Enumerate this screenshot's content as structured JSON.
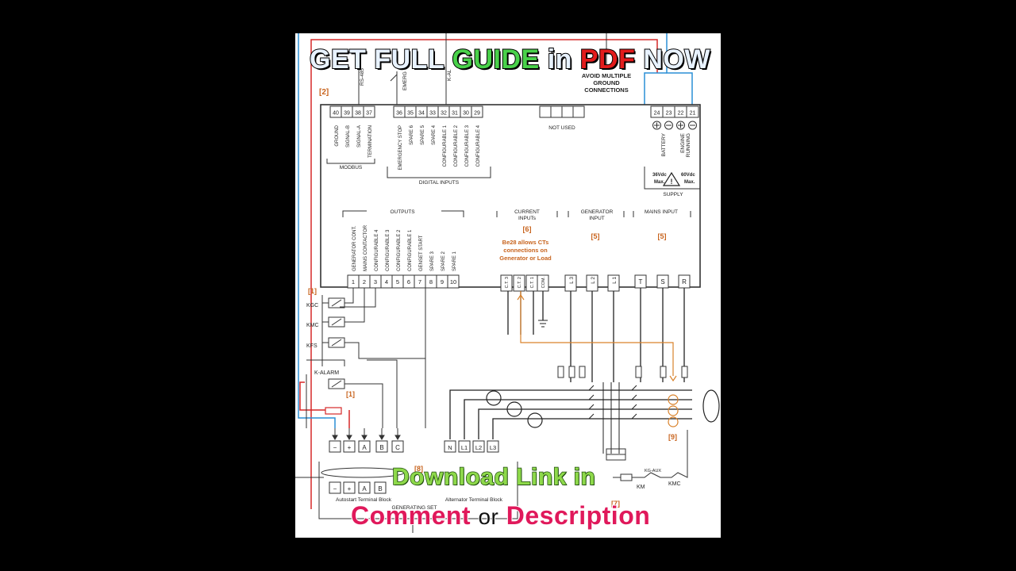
{
  "overlay": {
    "top": {
      "get_full": "GET FULL",
      "guide": "GUIDE",
      "in": "in",
      "pdf": "PDF",
      "now": "NOW"
    },
    "middle": "Download Link in",
    "bottom": {
      "comment": "Comment",
      "or": "or",
      "description": "Description"
    }
  },
  "diagram": {
    "avoid_note": [
      "AVOID MULTIPLE",
      "GROUND",
      "CONNECTIONS"
    ],
    "ref_2": "[2]",
    "rs485": "RS-485",
    "emerg": "EMERG",
    "kal": "K-AL",
    "modbus_terminals": [
      "40",
      "39",
      "38",
      "37"
    ],
    "modbus_signals": [
      "GROUND",
      "SIGNAL-B",
      "SIGNAL-A",
      "TERMINATION"
    ],
    "modbus_group": "MODBUS",
    "digital_terminals": [
      "36",
      "35",
      "34",
      "33",
      "32",
      "31",
      "30",
      "29"
    ],
    "digital_signals": [
      "EMERGENCY STOP",
      "SPARE 6",
      "SPARE 5",
      "SPARE 4",
      "CONFIGURABLE 1",
      "CONFIGURABLE 2",
      "CONFIGURABLE 3",
      "CONFIGURABLE 4"
    ],
    "digital_group": "DIGITAL INPUTS",
    "not_used": "NOT USED",
    "supply_terminals": [
      "24",
      "23",
      "22",
      "21"
    ],
    "battery": "BATTERY",
    "engine_running": [
      "ENGINE",
      "RUNNING"
    ],
    "supply_min": [
      "36Vdc",
      "Max."
    ],
    "supply_max": [
      "60Vdc",
      "Max."
    ],
    "supply_group": "SUPPLY",
    "outputs_title": "OUTPUTS",
    "output_signals": [
      "GENERATOR CONT.",
      "MAINS CONTACTOR",
      "CONFIGURABLE 4",
      "CONFIGURABLE 3",
      "CONFIGURABLE 2",
      "CONFIGURABLE 1",
      "GENSET START",
      "SPARE 3",
      "SPARE 2",
      "SPARE 1"
    ],
    "output_terminals": [
      "1",
      "2",
      "3",
      "4",
      "5",
      "6",
      "7",
      "8",
      "9",
      "10"
    ],
    "current_inputs": [
      "CURRENT",
      "INPUTs"
    ],
    "ref_6": "[6]",
    "ct_note": [
      "Be28 allows CTs",
      "connections on",
      "Generator or Load"
    ],
    "generator_input": [
      "GENERATOR",
      "INPUT"
    ],
    "ref_5a": "[5]",
    "mains_input": "MAINS INPUT",
    "ref_5b": "[5]",
    "ct_terminals": [
      "C.T. 3",
      "C.T. 2",
      "C.T. 1",
      "COM."
    ],
    "gen_terminals": [
      "L 3",
      "L 2",
      "L 1"
    ],
    "mains_terminals": [
      "T",
      "S",
      "R"
    ],
    "ref_1a": "[1]",
    "kgc": "KGC",
    "kmc": "KMC",
    "kfs": "KFS",
    "k_alarm": "K-ALARM",
    "ref_1b": "[1]",
    "ref_9": "[9]",
    "autostart_terminals": [
      "−",
      "+",
      "A",
      "B",
      "C"
    ],
    "alternator_terminals": [
      "N",
      "L1",
      "L2",
      "L3"
    ],
    "ref_8": "[8]",
    "bottom_block_terminals": [
      "−",
      "+",
      "A",
      "B"
    ],
    "autostart_block": "Autostart Terminal Block",
    "alternator_block": "Alternator Terminal Block",
    "generating_set": "GENERATING SET",
    "ref_7": "[7]",
    "km": "KM",
    "kg_aux": "KG-AUX",
    "kmc_bottom": "KMC"
  },
  "colors": {
    "red_wire": "#d62828",
    "blue_wire": "#2a8fd6",
    "orange_wire": "#d9822b",
    "ref_text": "#c8641e"
  }
}
